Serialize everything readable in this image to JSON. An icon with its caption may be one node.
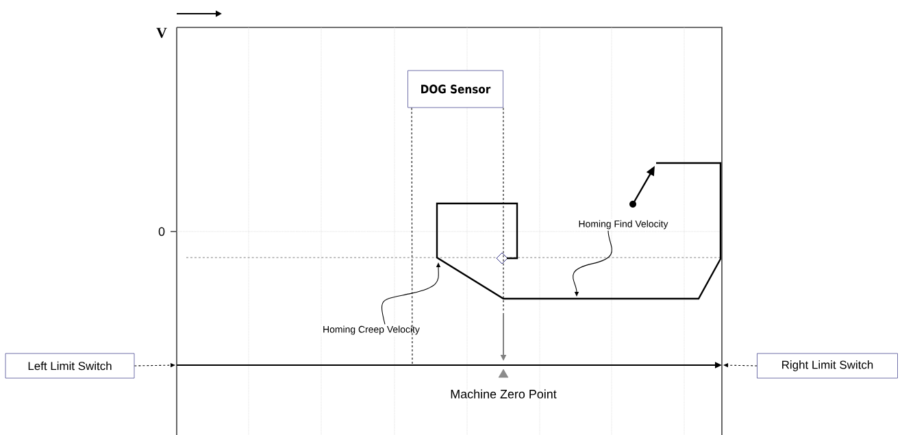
{
  "diagram": {
    "nodes": [
      {
        "text": [
          "DOG Sensor"
        ]
      },
      {
        "text": [
          "Left Limit Switch"
        ]
      },
      {
        "text": [
          "Right Limit Switch"
        ]
      },
      {
        "text": [
          "Homing Creep Velocity"
        ]
      },
      {
        "text": [],
        "shape": "picture"
      },
      {
        "text": [
          "Homing Find Velocity"
        ],
        "in": 4
      }
    ],
    "edges": [
      {
        "from": 1,
        "to": null,
        "arrow": "to",
        "style": "dashed"
      },
      {
        "from": 2,
        "to": null,
        "arrow": "to",
        "style": "dashed"
      },
      {
        "from": 0,
        "to": null,
        "arrow": "none",
        "style": "dashed"
      },
      {
        "from": 0,
        "to": null,
        "arrow": "none",
        "style": "dashed"
      },
      {
        "from": 3,
        "to": 4,
        "arrow": "to"
      },
      {
        "from": 5,
        "to": 4,
        "arrow": "to"
      }
    ],
    "labels": [
      "V",
      "0",
      "Machine Zero Point"
    ]
  }
}
